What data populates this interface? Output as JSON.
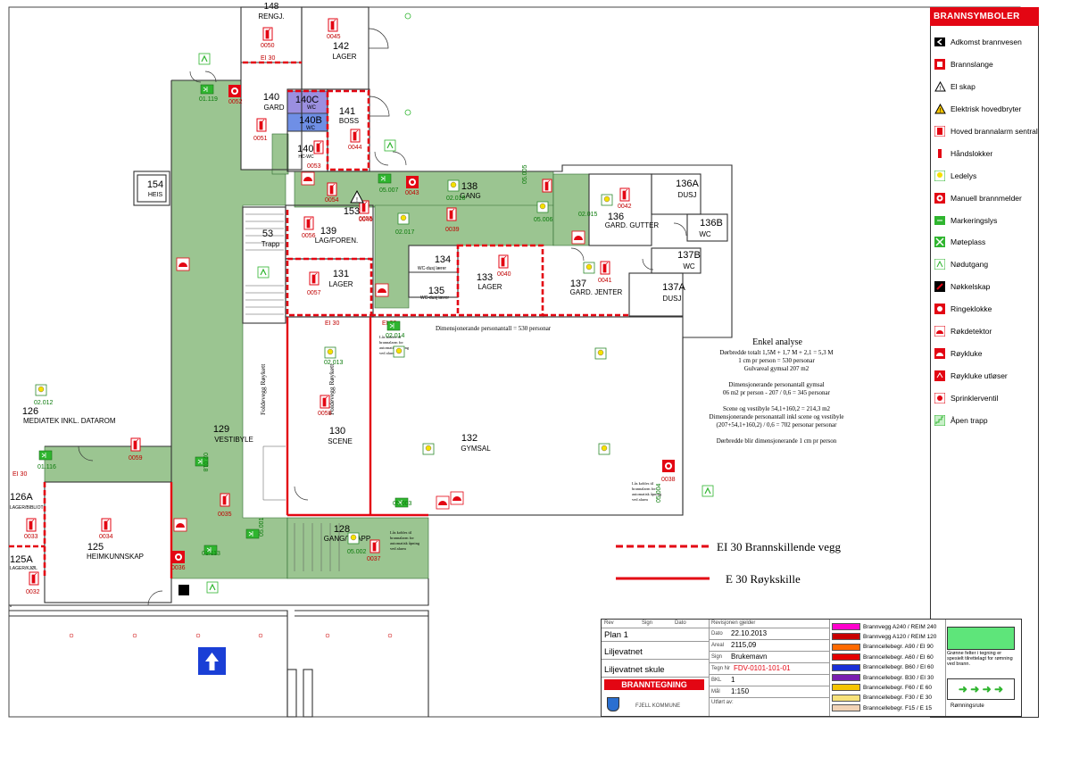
{
  "rooms": {
    "r148": {
      "num": "148",
      "name": "RENGJ."
    },
    "r142": {
      "num": "142",
      "name": "LAGER"
    },
    "r140": {
      "num": "140",
      "name": "GARD"
    },
    "r140c": {
      "num": "140C",
      "name": "WC"
    },
    "r140b": {
      "num": "140B",
      "name": "WC"
    },
    "r140a": {
      "num": "140A",
      "name": "HC-WC"
    },
    "r141": {
      "num": "141",
      "name": "BOSS"
    },
    "r154": {
      "num": "154",
      "name": "HEIS"
    },
    "r138": {
      "num": "138",
      "name": "GANG"
    },
    "r136a": {
      "num": "136A",
      "name": "DUSJ"
    },
    "r136": {
      "num": "136",
      "name": "GARD. GUTTER"
    },
    "r136b": {
      "num": "136B",
      "name": "WC"
    },
    "r153": {
      "num": "153",
      "name": ""
    },
    "r139": {
      "num": "139",
      "name": "LAG/FOREN."
    },
    "r53": {
      "num": "53",
      "name": "Trapp"
    },
    "r134": {
      "num": "134",
      "name": "WC-dusj lærer"
    },
    "r135": {
      "num": "135",
      "name": "WC-dusj lærer"
    },
    "r133": {
      "num": "133",
      "name": "LAGER"
    },
    "r137": {
      "num": "137",
      "name": "GARD. JENTER"
    },
    "r137b": {
      "num": "137B",
      "name": "WC"
    },
    "r137a": {
      "num": "137A",
      "name": "DUSJ"
    },
    "r131": {
      "num": "131",
      "name": "LAGER"
    },
    "r126": {
      "num": "126",
      "name": "MEDIATEK INKL. DATAROM"
    },
    "r129": {
      "num": "129",
      "name": "VESTIBYLE"
    },
    "r130": {
      "num": "130",
      "name": "SCENE"
    },
    "r132": {
      "num": "132",
      "name": "GYMSAL"
    },
    "r126a": {
      "num": "126A",
      "name": "LAGER/BIBLIOT"
    },
    "r125": {
      "num": "125",
      "name": "HEIMKUNNSKAP"
    },
    "r125a": {
      "num": "125A",
      "name": "LAGER/KJØL"
    },
    "r128": {
      "num": "128",
      "name": "GANG/TRAPP"
    }
  },
  "codes": {
    "c0045": "0045",
    "c0050": "0050",
    "c0052": "0052",
    "c0051": "0051",
    "c0053": "0053",
    "c0044": "0044",
    "c0043": "0043",
    "c0054": "0054",
    "c0055": "0055",
    "c0039": "0039",
    "c0042": "0042",
    "c0040": "0040",
    "c0041": "0041",
    "c0056": "0056",
    "c0057": "0057",
    "c0058": "0058",
    "c0059": "0059",
    "c0035": "0035",
    "c0034": "0034",
    "c0033": "0033",
    "c0032": "0032",
    "c0036": "0036",
    "c0037": "0037",
    "c0038": "0038",
    "c0046": "0046",
    "g01119": "01.119",
    "g05007": "05.007",
    "g02013": "02.013",
    "g02017": "02.017",
    "g05006": "05.006",
    "g02014": "02.014",
    "g02012": "02.012",
    "g01116": "01.116",
    "g01113": "01.113",
    "g05003": "05.003",
    "g05002": "05.002",
    "g05001": "05.001",
    "g02018": "02.018",
    "g02016": "02.016",
    "g05004": "05.004",
    "g02015": "02.015",
    "g05005": "05.005"
  },
  "walls": {
    "ei30_a": "EI 30",
    "ei30_b": "EI 30",
    "ei30_c": "EI 30",
    "ei30_d": "EI 30",
    "foldevegg_left": "Foldevegg Røykett",
    "foldevegg_right": "Foldevegg Røykett"
  },
  "notes": {
    "dim_gym": "Dimensjonerande personantall = 530 personar",
    "luk1": [
      "Lås kobles til",
      "brannalarm for",
      "automatisk åpning",
      "ved alarm"
    ],
    "luk2": [
      "Lås kobles til",
      "brannalarm for",
      "automatisk åpning",
      "ved alarm"
    ],
    "luk3": [
      "Lås kobles til",
      "brannalarm for",
      "automatisk åpning",
      "ved alarm"
    ]
  },
  "analysis": {
    "title": "Enkel analyse",
    "lines": [
      "Dørbredde totalt 1,5M + 1,7 M + 2,1 = 5,3 M",
      "1 cm pr person = 530 personar",
      "Gulvareal gymsal 207 m2",
      "",
      "Dimensjonerande personantall gymsal",
      "06 m2 pr person - 207 / 0,6 = 345 personar",
      "",
      "Scene og vestibyle 54,1+160,2 = 214,3 m2",
      "Dimensjonerande personantall inkl scene og vestibyle",
      "(207+54,1+160,2) / 0,6 = 702 personar personar",
      "",
      "Dørbredde blir dimensjonerande 1 cm pr person"
    ]
  },
  "wall_key": {
    "ei30": "EI 30  Brannskillende vegg",
    "e30": "E 30 Røykskille"
  },
  "legend": {
    "title": "BRANNSYMBOLER",
    "items": [
      {
        "label": "Adkomst brannvesen",
        "icon": "fire-access-icon"
      },
      {
        "label": "Brannslange",
        "icon": "fire-hose-icon"
      },
      {
        "label": "El skap",
        "icon": "electrical-cabinet-icon"
      },
      {
        "label": "Elektrisk hovedbryter",
        "icon": "main-switch-icon"
      },
      {
        "label": "Hoved brannalarm sentral",
        "icon": "alarm-central-icon"
      },
      {
        "label": "Håndslokker",
        "icon": "extinguisher-icon"
      },
      {
        "label": "Ledelys",
        "icon": "guide-light-icon"
      },
      {
        "label": "Manuell brannmelder",
        "icon": "manual-call-point-icon"
      },
      {
        "label": "Markeringslys",
        "icon": "marker-light-icon"
      },
      {
        "label": "Møteplass",
        "icon": "assembly-point-icon"
      },
      {
        "label": "Nødutgang",
        "icon": "emergency-exit-icon"
      },
      {
        "label": "Nøkkelskap",
        "icon": "key-box-icon"
      },
      {
        "label": "Ringeklokke",
        "icon": "bell-icon"
      },
      {
        "label": "Røkdetektor",
        "icon": "smoke-detector-icon"
      },
      {
        "label": "Røykluke",
        "icon": "smoke-hatch-icon"
      },
      {
        "label": "Røykluke utløser",
        "icon": "smoke-hatch-release-icon"
      },
      {
        "label": "Sprinklerventil",
        "icon": "sprinkler-valve-icon"
      },
      {
        "label": "Åpen trapp",
        "icon": "open-stair-icon"
      }
    ]
  },
  "titleblock": {
    "rev_header": "Rev",
    "sign_header": "Sign",
    "dato_header": "Dato",
    "revisjon_label": "Revisjonen gjelder",
    "plan": "Plan 1",
    "place": "Liljevatnet",
    "building": "Liljevatnet skule",
    "stamp": "BRANNTEGNING",
    "municipality": "FJELL KOMMUNE",
    "dato_label": "Dato",
    "dato": "22.10.2013",
    "areal_label": "Areal",
    "areal": "2115,09",
    "sign_label": "Sign",
    "sign": "Brukemavn",
    "tegn_label": "Tegn Nr",
    "tegn": "FDV-0101-101-01",
    "bkl_label": "BKL",
    "bkl": "1",
    "mal_label": "Mål",
    "mal": "1:150",
    "utfort_label": "Utført av:"
  },
  "materials": [
    {
      "label": "Brannvegg A240 / REIM 240",
      "color": "#ff00cc"
    },
    {
      "label": "Brannvegg A120 / REIM 120",
      "color": "#c80000"
    },
    {
      "label": "Branncellebegr. A90 / EI 90",
      "color": "#ff6a00"
    },
    {
      "label": "Branncellebegr. A60 / EI 60",
      "color": "#e30000"
    },
    {
      "label": "Branncellebegr. B60 / EI 60",
      "color": "#1a2fd6"
    },
    {
      "label": "Branncellebegr. B30 / EI 30",
      "color": "#7a1fb0"
    },
    {
      "label": "Branncellebegr. F60 / E 60",
      "color": "#f5c400"
    },
    {
      "label": "Branncellebegr. F30 / E 30",
      "color": "#f7e27a"
    },
    {
      "label": "Branncellebegr. F15 / E 15",
      "color": "#f2d3b6"
    }
  ],
  "escape_key": {
    "green_note": "Grønne felter i tegning er spesielt tilrettelagt for rømning ved brann.",
    "route": "Rømningsrute"
  },
  "colors": {
    "accent": "#e30613",
    "escape_green": "#9bc591",
    "wall": "#333333"
  }
}
